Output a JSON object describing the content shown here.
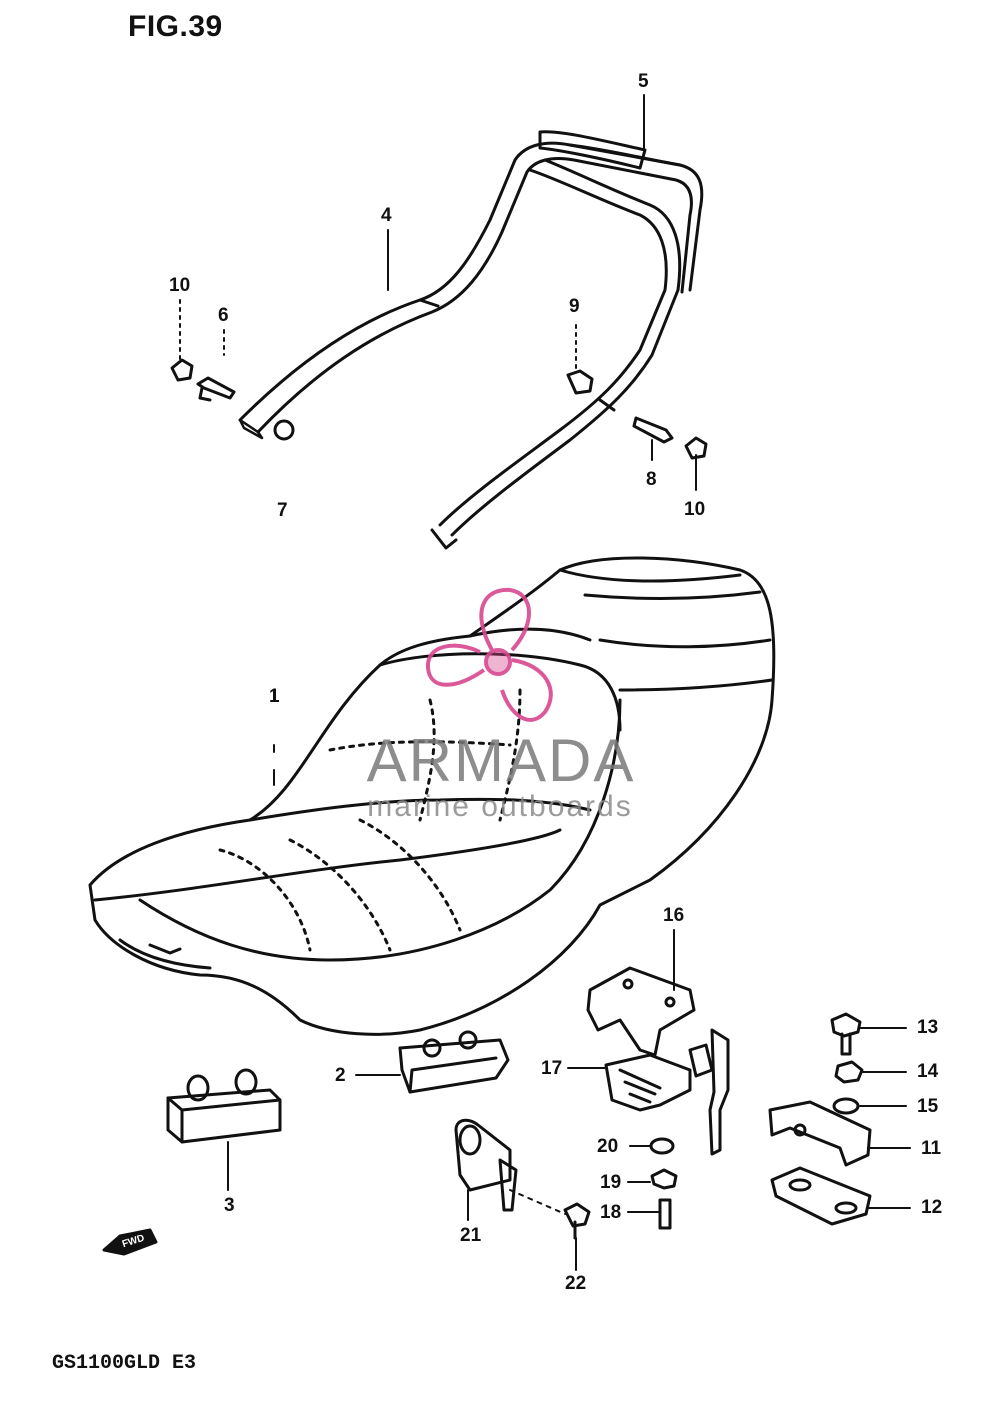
{
  "figure": {
    "title": "FIG.39",
    "model_code": "GS1100GLD E3",
    "forward_marker": "FWD"
  },
  "watermark": {
    "brand": "ARMADA",
    "tagline": "marine outboards",
    "accent_color": "#d9488f",
    "text_color": "#7a7a7a"
  },
  "callouts": [
    {
      "id": "c5",
      "label": "5"
    },
    {
      "id": "c4",
      "label": "4"
    },
    {
      "id": "c10a",
      "label": "10"
    },
    {
      "id": "c6",
      "label": "6"
    },
    {
      "id": "c9",
      "label": "9"
    },
    {
      "id": "c8",
      "label": "8"
    },
    {
      "id": "c10b",
      "label": "10"
    },
    {
      "id": "c7",
      "label": "7"
    },
    {
      "id": "c1",
      "label": "1"
    },
    {
      "id": "c16",
      "label": "16"
    },
    {
      "id": "c13",
      "label": "13"
    },
    {
      "id": "c14",
      "label": "14"
    },
    {
      "id": "c15",
      "label": "15"
    },
    {
      "id": "c11",
      "label": "11"
    },
    {
      "id": "c12",
      "label": "12"
    },
    {
      "id": "c2",
      "label": "2"
    },
    {
      "id": "c17",
      "label": "17"
    },
    {
      "id": "c20",
      "label": "20"
    },
    {
      "id": "c19",
      "label": "19"
    },
    {
      "id": "c18",
      "label": "18"
    },
    {
      "id": "c3",
      "label": "3"
    },
    {
      "id": "c21",
      "label": "21"
    },
    {
      "id": "c22",
      "label": "22"
    }
  ],
  "colors": {
    "ink": "#111111",
    "paper": "#ffffff"
  }
}
